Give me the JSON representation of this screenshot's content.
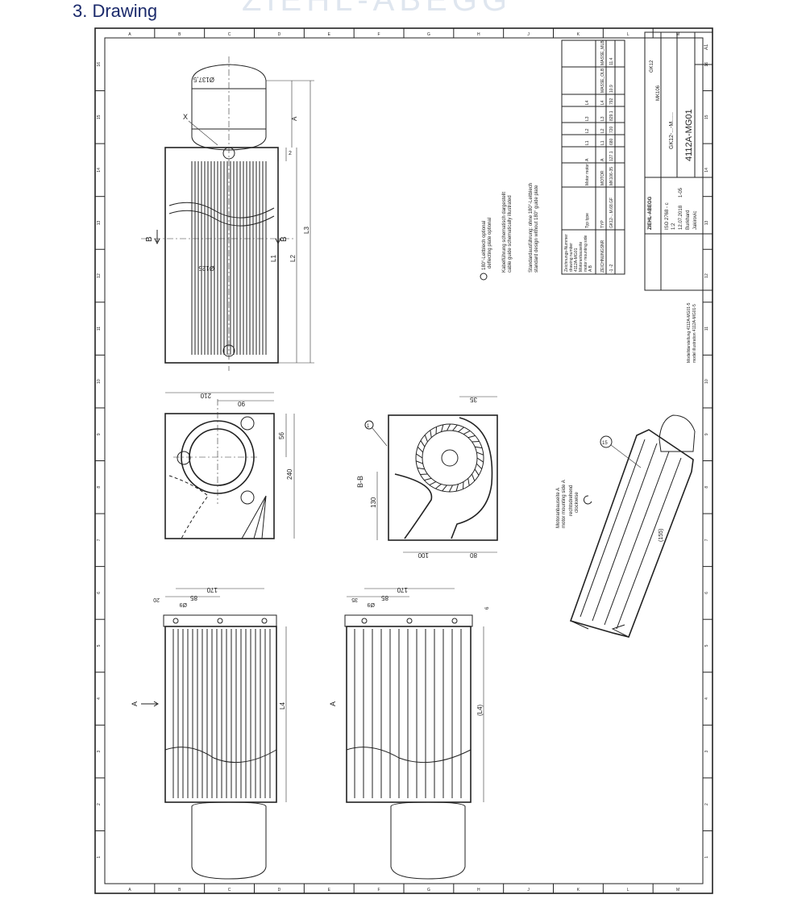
{
  "header": {
    "title": "3. Drawing",
    "watermark": "ZIEHL-ABEGG"
  },
  "frame": {
    "column_letters": [
      "A",
      "B",
      "C",
      "D",
      "E",
      "F",
      "G",
      "H",
      "J",
      "K",
      "L",
      "M"
    ],
    "row_numbers": [
      "16",
      "15",
      "14",
      "13",
      "12",
      "11",
      "10",
      "9",
      "8",
      "7",
      "6",
      "5",
      "4",
      "3",
      "2",
      "1"
    ]
  },
  "notes": {
    "note1": "180°-Leitblech optional",
    "note1_en": "deflecting plate optional",
    "note1_marker": "1",
    "note2": "Kabelführung schematisch dargestellt",
    "note2_en": "cable guide schematically illustrated",
    "note3": "Standardausführung: ohne 180°-Leitblech",
    "note3_en": "standard design without 180° guide plate"
  },
  "variant_table": {
    "header_col1": [
      "Zeichnungs-Nummer",
      "drawing number",
      "4112A-MG01",
      "Motoranbauseite",
      "motor mounting side",
      "A    B"
    ],
    "headers": [
      "Typ type",
      "Motor motor",
      "A",
      "L1",
      "L2",
      "L3",
      "L4",
      "",
      ""
    ],
    "sub_headers": [
      "ZEICHNUNGSNR",
      "TYP",
      "MOTOR",
      "A",
      "L1",
      "L2",
      "L3",
      "L4",
      "MASSE_OLB",
      "MASSE_MLB"
    ],
    "row": [
      "-1    -2",
      "GK12-...M.68.GF",
      "MK106-35",
      "127.1",
      "680",
      "720",
      "829.1",
      "792",
      "10.9",
      "11.4"
    ]
  },
  "title_block": {
    "company": "ZIEHL-ABEGG",
    "series": "GK12",
    "motor": "MK106",
    "designation": "GK12-...-M......",
    "drawing_number": "4112A-MG01",
    "standard": "ISO 2768 - c",
    "scale": "1:2",
    "date": "12.07.2018",
    "index": "1-05",
    "drawn": "Burkhard",
    "checked": "Jakirovic",
    "sheet": "A1",
    "model_ref": "Modelldarstellung 4112A-MG01-5",
    "model_ref_en": "model illustration 4112A-MG01-5"
  },
  "dimensions": {
    "motor_dia": "Ø137,5",
    "wheel_dia": "Ø125",
    "A": "A",
    "L1": "L1",
    "L2": "L2",
    "L3": "L3",
    "L4": "L4",
    "L4_ref": "(L4)",
    "section_marker": "B",
    "detail_marker": "X",
    "dim_2": "2",
    "w210": "210",
    "w90": "90",
    "h56": "56",
    "h240": "240",
    "w35": "35",
    "h130": "130",
    "w100": "100",
    "w80": "80",
    "w170": "170",
    "w85": "85",
    "hole": "Ø9",
    "w20": "20",
    "w35b": "35",
    "h6": "6",
    "iso_len": "(155)",
    "balloon15": "15"
  },
  "section_label": "B-B",
  "view_arrow_label": "A",
  "rotation_note": {
    "line1": "Motoranbauseite A",
    "line2": "motor mounting side A",
    "line3": "rechtsdrehend",
    "line4": "clockwise"
  }
}
